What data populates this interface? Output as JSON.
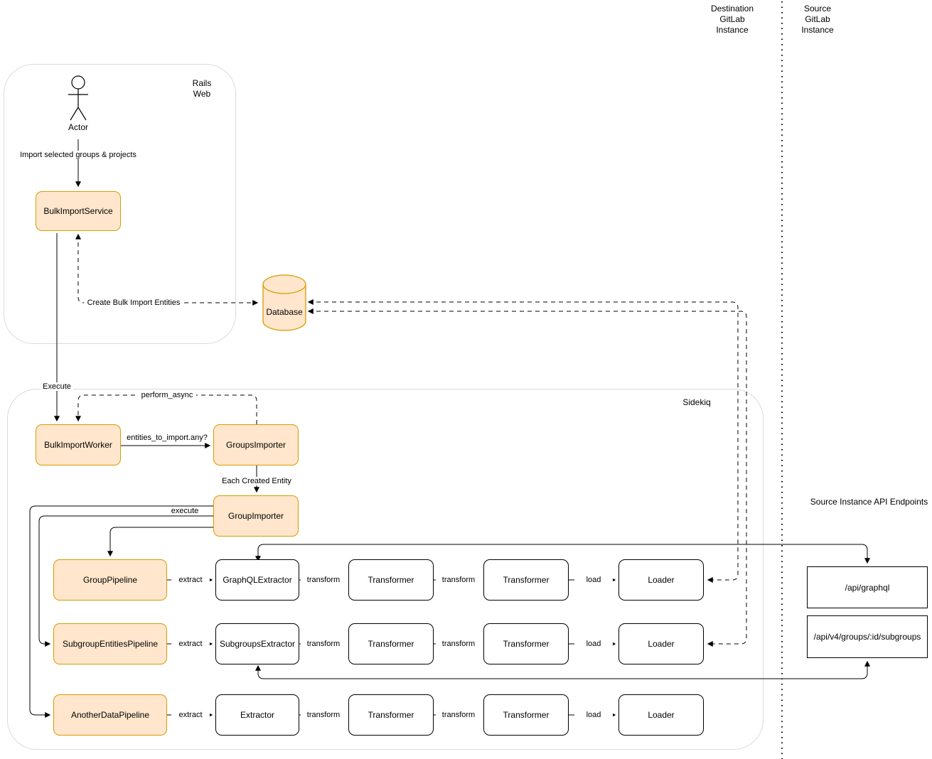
{
  "colors": {
    "node_fill": "#FFE6CC",
    "node_stroke": "#D79B00",
    "plain_node_stroke": "#000000",
    "container_stroke": "#DBDBDB",
    "line": "#000000"
  },
  "regions": {
    "destination_instance": "Destination\nGitLab\nInstance",
    "source_instance": "Source\nGitLab\nInstance",
    "rails_web": "Rails\nWeb",
    "sidekiq": "Sidekiq",
    "api_endpoints_title": "Source Instance API Endpoints"
  },
  "actor": {
    "label": "Actor"
  },
  "nodes": {
    "bulk_import_service": "BulkImportService",
    "database": "Database",
    "bulk_import_worker": "BulkImportWorker",
    "groups_importer": "GroupsImporter",
    "group_importer": "GroupImporter",
    "transformer": "Transformer",
    "loader": "Loader"
  },
  "pipelines": [
    {
      "pipeline": "GroupPipeline",
      "extractor": "GraphQLExtractor"
    },
    {
      "pipeline": "SubgroupEntitiesPipeline",
      "extractor": "SubgroupsExtractor"
    },
    {
      "pipeline": "AnotherDataPipeline",
      "extractor": "Extractor"
    }
  ],
  "edges": {
    "import_selected": "Import selected groups & projects",
    "create_entities": "Create Bulk Import Entities",
    "execute": "Execute",
    "perform_async": "perform_async",
    "entities_check": "entities_to_import.any?",
    "each_created_entity": "Each Created Entity",
    "execute_pipeline": "execute",
    "extract": "extract",
    "transform": "transform",
    "load": "load"
  },
  "api_endpoints": [
    {
      "path": "/api/graphql"
    },
    {
      "path": "/api/v4/groups/:id/subgroups"
    }
  ]
}
